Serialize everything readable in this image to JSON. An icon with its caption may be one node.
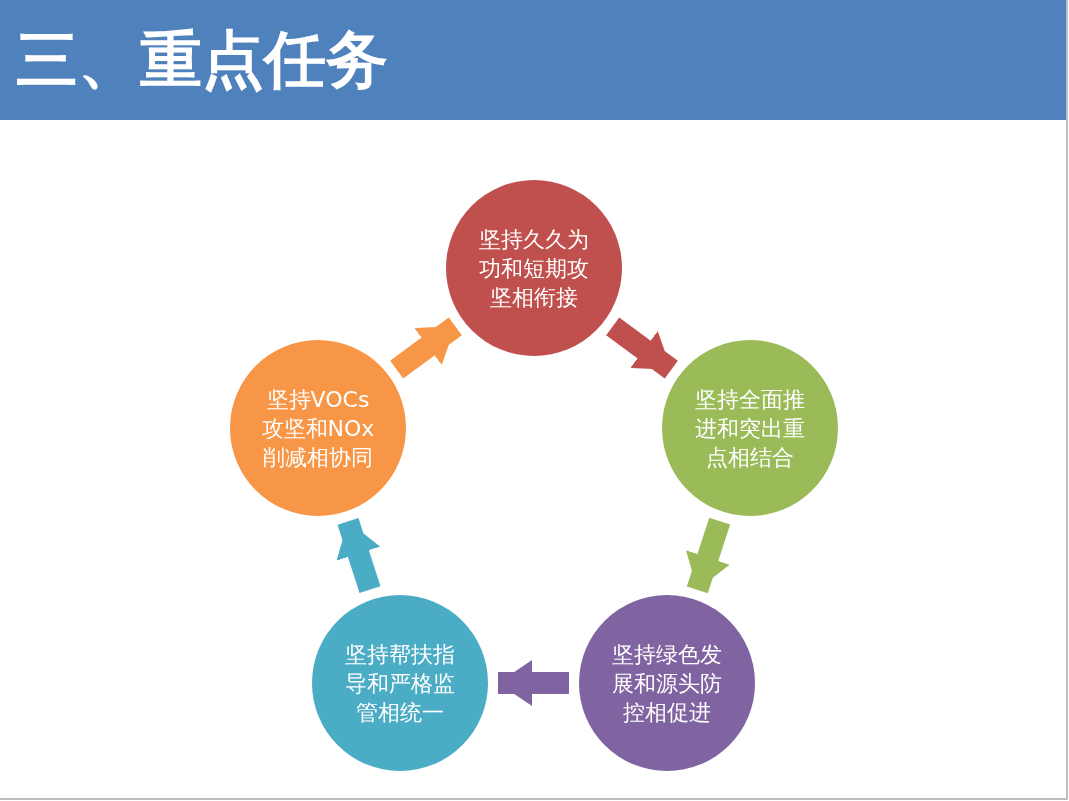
{
  "diagram": {
    "title": "三、重点任务",
    "nodes": [
      {
        "text": [
          "坚持久久为功和短期攻坚相衔接"
        ]
      },
      {
        "text": [
          "坚持全面推进和突出重点相结合"
        ]
      },
      {
        "text": [
          "坚持绿色发展和源头防控相促进"
        ]
      },
      {
        "text": [
          "坚持帮扶指导和严格监管相统一"
        ]
      },
      {
        "text": [
          "坚持VOCs攻坚和NOx削减相协同"
        ]
      }
    ],
    "edges": [
      {
        "from": 0,
        "to": 1,
        "arrow": "to",
        "color": "#c0504d"
      },
      {
        "from": 1,
        "to": 2,
        "arrow": "to",
        "color": "#9bbb59"
      },
      {
        "from": 2,
        "to": 3,
        "arrow": "to",
        "color": "#8064a2"
      },
      {
        "from": 3,
        "to": 4,
        "arrow": "to",
        "color": "#4bacc6"
      },
      {
        "from": 4,
        "to": 0,
        "arrow": "to",
        "color": "#f79646"
      }
    ]
  }
}
